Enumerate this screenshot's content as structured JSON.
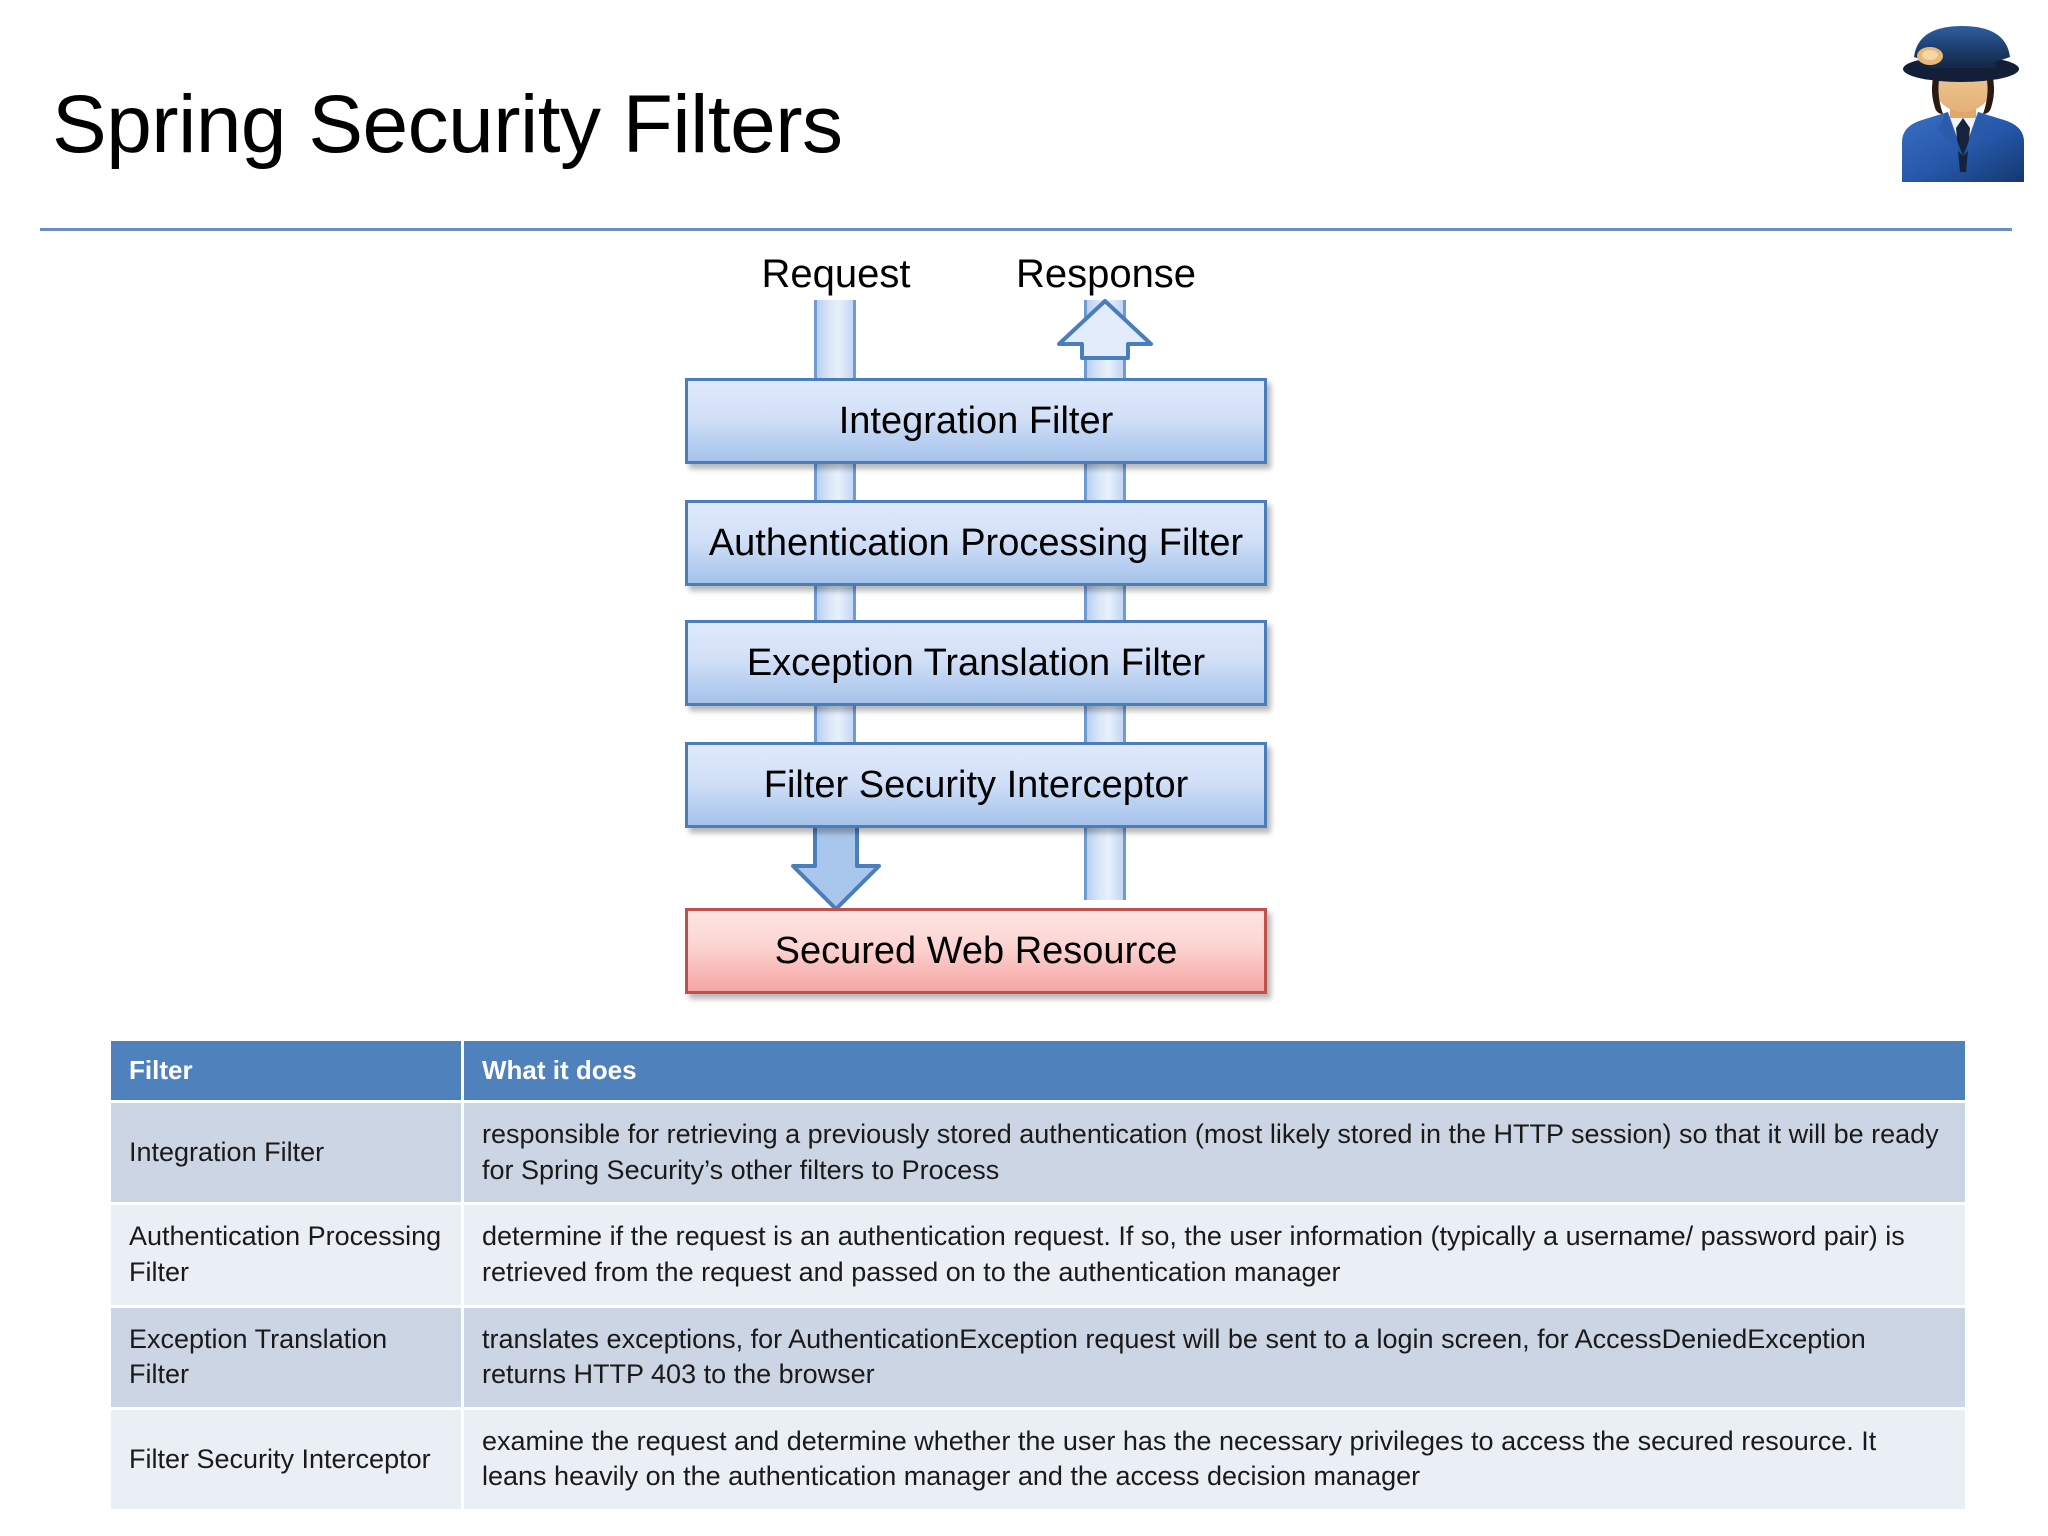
{
  "slide": {
    "title": "Spring Security Filters",
    "icon": "police-officer-icon"
  },
  "diagram": {
    "request_label": "Request",
    "response_label": "Response",
    "boxes": [
      {
        "label": "Integration Filter",
        "kind": "filter"
      },
      {
        "label": "Authentication Processing Filter",
        "kind": "filter"
      },
      {
        "label": "Exception Translation Filter",
        "kind": "filter"
      },
      {
        "label": "Filter Security Interceptor",
        "kind": "filter"
      },
      {
        "label": "Secured Web Resource",
        "kind": "resource"
      }
    ],
    "colors": {
      "filter_border": "#4a7ebb",
      "filter_fill_top": "#dfe9fa",
      "filter_fill_bottom": "#a7c3ea",
      "resource_border": "#c0504d",
      "resource_fill_top": "#fde4e2",
      "resource_fill_bottom": "#f4a6a4",
      "pipe_fill": "#dbe7f8",
      "rule": "#6b8dc4"
    }
  },
  "table": {
    "columns": [
      "Filter",
      "What it does"
    ],
    "header_bg": "#4f81bd",
    "rows": [
      {
        "filter": "Integration Filter",
        "what": "responsible for retrieving a previously stored authentication (most likely stored in the  HTTP session) so that it will be ready for Spring Security’s other filters to Process"
      },
      {
        "filter": "Authentication Processing Filter",
        "what": "determine if the request is an authentication request. If so, the user information (typically a username/ password pair) is retrieved from the request and passed on to the authentication manager"
      },
      {
        "filter": "Exception Translation Filter",
        "what": "translates exceptions, for AuthenticationException request will be sent to a login screen, for AccessDeniedException returns HTTP 403 to the browser"
      },
      {
        "filter": "Filter Security Interceptor",
        "what": "examine the request and determine whether the user has the necessary privileges to access the secured resource. It leans heavily on the authentication manager and the access decision manager"
      }
    ]
  }
}
